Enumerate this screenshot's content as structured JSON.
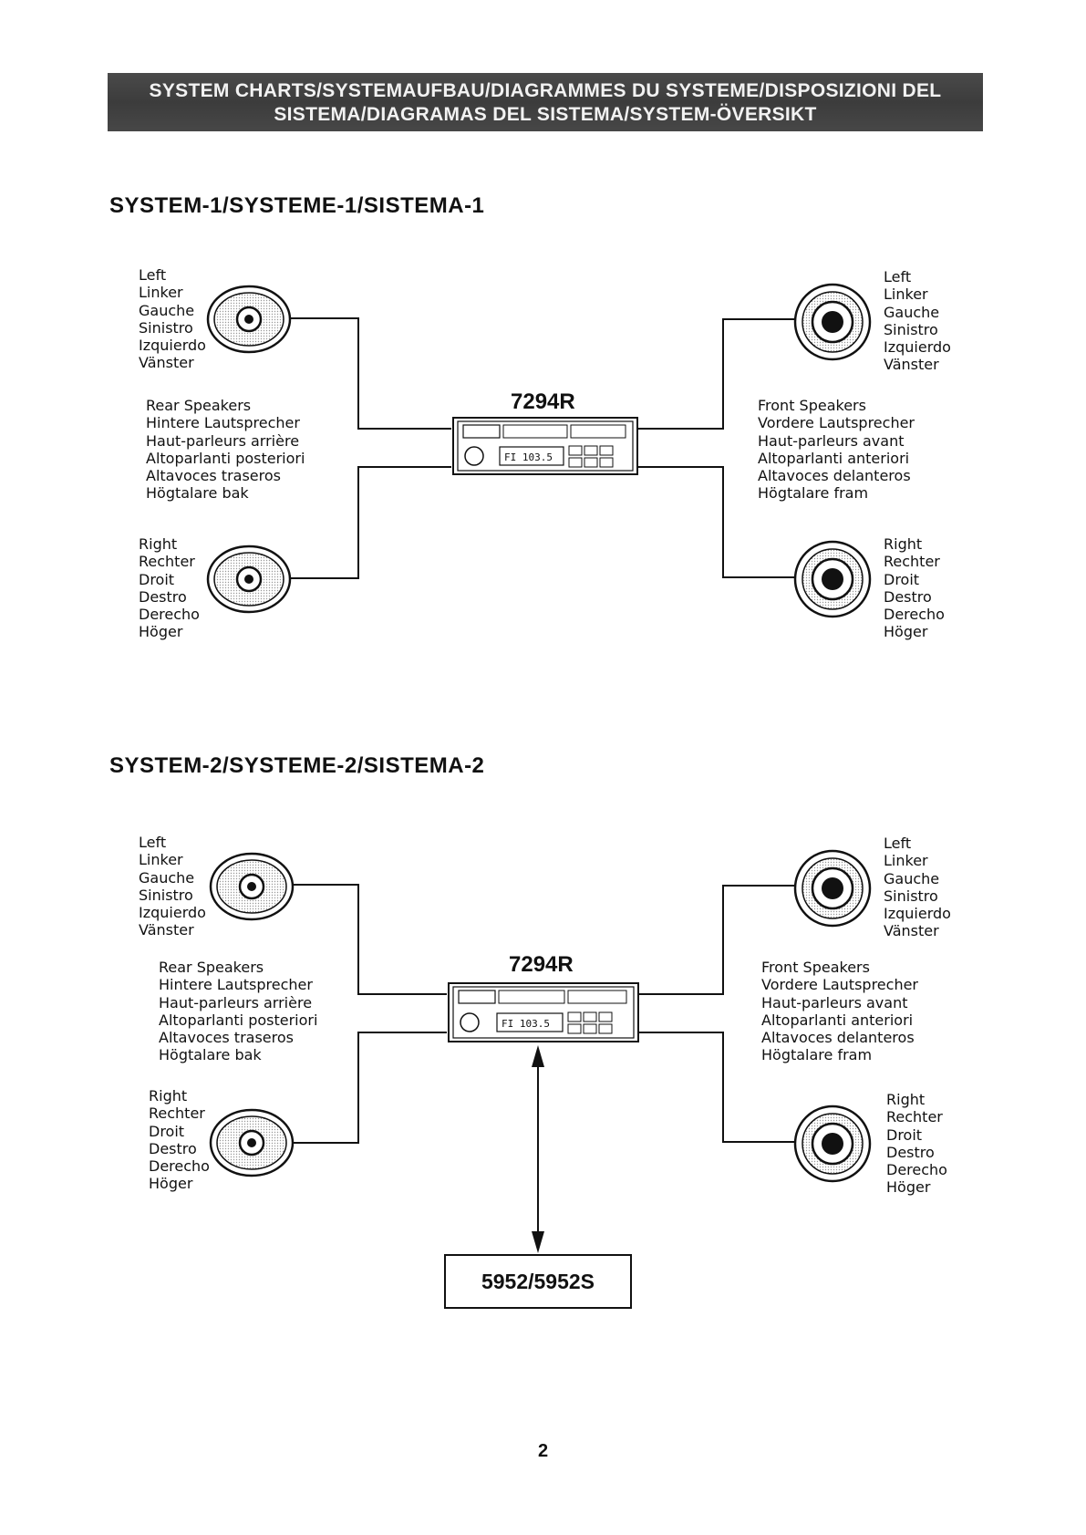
{
  "banner": {
    "line1": "SYSTEM CHARTS/SYSTEMAUFBAU/DIAGRAMMES DU SYSTEME/DISPOSIZIONI DEL",
    "line2": "SISTEMA/DIAGRAMAS DEL SISTEMA/SYSTEM-ÖVERSIKT"
  },
  "system1": {
    "heading": "SYSTEM-1/SYSTEME-1/SISTEMA-1",
    "model": "7294R",
    "left_top": [
      "Left",
      "Linker",
      "Gauche",
      "Sinistro",
      "Izquierdo",
      "Vänster"
    ],
    "right_top": [
      "Left",
      "Linker",
      "Gauche",
      "Sinistro",
      "Izquierdo",
      "Vänster"
    ],
    "rear": [
      "Rear Speakers",
      "Hintere Lautsprecher",
      "Haut-parleurs arrière",
      "Altoparlanti posteriori",
      "Altavoces traseros",
      "Högtalare bak"
    ],
    "front": [
      "Front Speakers",
      "Vordere Lautsprecher",
      "Haut-parleurs avant",
      "Altoparlanti anteriori",
      "Altavoces delanteros",
      "Högtalare fram"
    ],
    "left_bottom": [
      "Right",
      "Rechter",
      "Droit",
      "Destro",
      "Derecho",
      "Höger"
    ],
    "right_bottom": [
      "Right",
      "Rechter",
      "Droit",
      "Destro",
      "Derecho",
      "Höger"
    ]
  },
  "system2": {
    "heading": "SYSTEM-2/SYSTEME-2/SISTEMA-2",
    "model": "7294R",
    "left_top": [
      "Left",
      "Linker",
      "Gauche",
      "Sinistro",
      "Izquierdo",
      "Vänster"
    ],
    "right_top": [
      "Left",
      "Linker",
      "Gauche",
      "Sinistro",
      "Izquierdo",
      "Vänster"
    ],
    "rear": [
      "Rear Speakers",
      "Hintere Lautsprecher",
      "Haut-parleurs arrière",
      "Altoparlanti posteriori",
      "Altavoces traseros",
      "Högtalare bak"
    ],
    "front": [
      "Front Speakers",
      "Vordere Lautsprecher",
      "Haut-parleurs avant",
      "Altoparlanti anteriori",
      "Altavoces delanteros",
      "Högtalare fram"
    ],
    "left_bottom": [
      "Right",
      "Rechter",
      "Droit",
      "Destro",
      "Derecho",
      "Höger"
    ],
    "right_bottom": [
      "Right",
      "Rechter",
      "Droit",
      "Destro",
      "Derecho",
      "Höger"
    ],
    "changer": "5952/5952S"
  },
  "radio_display": "FI 103.5",
  "page_number": "2"
}
